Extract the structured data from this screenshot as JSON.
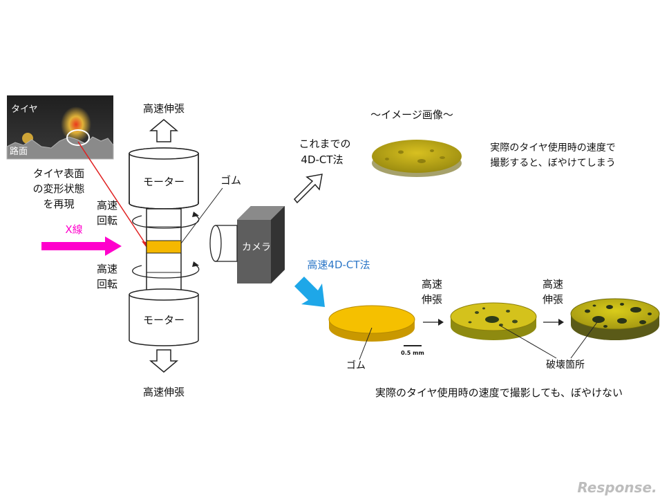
{
  "tire_photo": {
    "tire_label": "タイヤ",
    "road_label": "路面"
  },
  "reproduction_caption": [
    "タイヤ表面",
    "の変形状態",
    "を再現"
  ],
  "xray_label": "X線",
  "stretch_top": "高速伸張",
  "stretch_bottom": "高速伸張",
  "motor_top": "モーター",
  "motor_bottom": "モーター",
  "rotation_upper": [
    "高速",
    "回転"
  ],
  "rotation_lower": [
    "高速",
    "回転"
  ],
  "rubber_label_apparatus": "ゴム",
  "camera_label": "カメラ",
  "image_heading": "～イメージ画像～",
  "conventional": {
    "label": [
      "これまでの",
      "4D-CT法"
    ],
    "note": [
      "実際のタイヤ使用時の速度で",
      "撮影すると、ぼやけてしまう"
    ]
  },
  "highspeed": {
    "label": "高速4D-CT法",
    "step1": [
      "高速",
      "伸張"
    ],
    "step2": [
      "高速",
      "伸張"
    ],
    "rubber_label": "ゴム",
    "scale": "0.5 mm",
    "fracture_label": "破壊箇所",
    "note": "実際のタイヤ使用時の速度で撮影しても、ぼやけない"
  },
  "watermark": "Response.",
  "colors": {
    "xray": "#ff00cc",
    "highspeed_blue": "#2e78c8",
    "arrow_blue": "#1ea7e8",
    "rubber": "#f5c000",
    "camera": "#666666"
  }
}
